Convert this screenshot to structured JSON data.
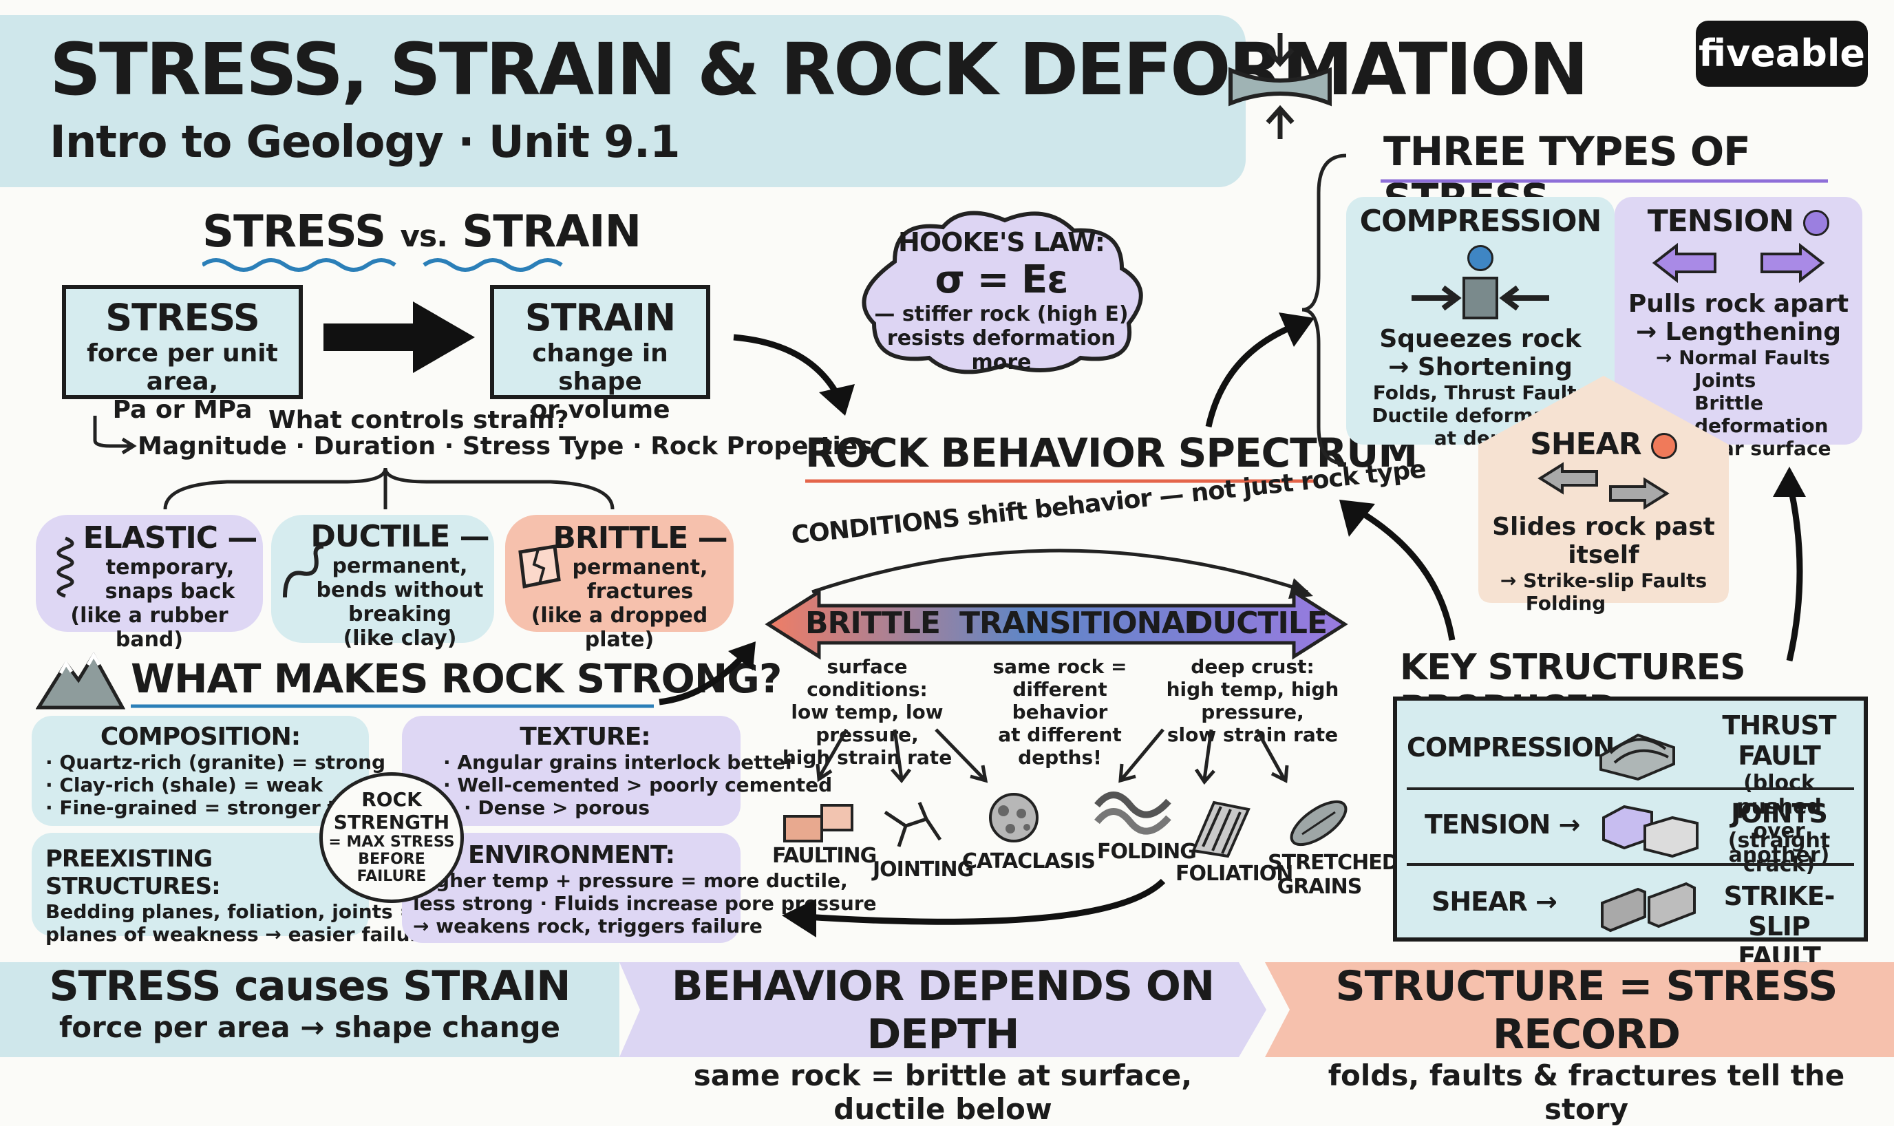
{
  "header": {
    "title": "STRESS, STRAIN & ROCK DEFORMATION",
    "subtitle": "Intro to Geology · Unit 9.1",
    "logo": "fiveable"
  },
  "stress_vs_strain": {
    "heading_stress": "STRESS",
    "heading_vs": "vs.",
    "heading_strain": "STRAIN",
    "stress_box": {
      "title": "STRESS",
      "line1": "force per unit area,",
      "line2": "Pa or MPa"
    },
    "strain_box": {
      "title": "STRAIN",
      "line1": "change in shape",
      "line2": "or volume"
    },
    "controls_question": "What controls strain?",
    "controls_list": "Magnitude · Duration · Stress Type · Rock Properties"
  },
  "behaviors": [
    {
      "title": "ELASTIC —",
      "lines": [
        "temporary,",
        "snaps back",
        "(like a rubber band)"
      ],
      "icon": "spring-icon"
    },
    {
      "title": "DUCTILE —",
      "lines": [
        "permanent,",
        "bends without",
        "breaking",
        "(like clay)"
      ],
      "icon": "squiggle-icon"
    },
    {
      "title": "BRITTLE —",
      "lines": [
        "permanent,",
        "fractures",
        "(like a dropped plate)"
      ],
      "icon": "broken-plate-icon"
    }
  ],
  "hookes_law": {
    "title": "HOOKE'S LAW:",
    "equation": "σ = Eε",
    "note1": "— stiffer rock (high E)",
    "note2": "resists deformation more"
  },
  "spectrum": {
    "title": "ROCK BEHAVIOR SPECTRUM",
    "arc_note": "CONDITIONS shift behavior — not just rock type",
    "labels": [
      "BRITTLE",
      "TRANSITIONAL",
      "DUCTILE"
    ],
    "brittle_conditions": [
      "surface conditions:",
      "low temp, low pressure,",
      "high strain rate"
    ],
    "transitional_conditions": [
      "same rock =",
      "different behavior",
      "at different depths!"
    ],
    "ductile_conditions": [
      "deep crust:",
      "high temp, high pressure,",
      "slow strain rate"
    ],
    "examples": [
      "FAULTING",
      "JOINTING",
      "CATACLASIS",
      "FOLDING",
      "FOLIATION",
      "STRETCHED",
      "GRAINS"
    ]
  },
  "strength": {
    "heading": "WHAT MAKES ROCK STRONG?",
    "composition": {
      "title": "COMPOSITION:",
      "lines": [
        "· Quartz-rich (granite) = strong",
        "· Clay-rich (shale) = weak",
        "· Fine-grained = stronger than coarse"
      ]
    },
    "texture": {
      "title": "TEXTURE:",
      "lines": [
        "· Angular grains interlock better",
        "· Well-cemented > poorly cemented",
        "· Dense > porous"
      ]
    },
    "preexisting": {
      "title": "PREEXISTING STRUCTURES:",
      "lines": [
        "Bedding planes, foliation, joints =",
        "planes of weakness → easier failure"
      ]
    },
    "environment": {
      "title": "ENVIRONMENT:",
      "lines": [
        "Higher temp + pressure = more ductile,",
        "less strong · Fluids increase pore pressure",
        "→ weakens rock, triggers failure"
      ]
    },
    "center": [
      "ROCK",
      "STRENGTH",
      "= MAX STRESS",
      "BEFORE FAILURE"
    ]
  },
  "stress_types": {
    "heading": "THREE TYPES OF STRESS",
    "compression": {
      "title": "COMPRESSION",
      "color": "#3f86c4",
      "line1": "Squeezes rock",
      "line2": "→ Shortening",
      "details": [
        "Folds, Thrust Faults",
        "Ductile deformation",
        "at depth"
      ]
    },
    "tension": {
      "title": "TENSION",
      "color": "#9b7fe0",
      "line1": "Pulls rock apart",
      "line2": "→ Lengthening",
      "details": [
        "→ Normal Faults",
        "Joints",
        "Brittle deformation",
        "near surface"
      ]
    },
    "shear": {
      "title": "SHEAR",
      "color": "#f07a5a",
      "line1": "Slides rock past itself",
      "details": [
        "→ Strike-slip Faults",
        "Folding"
      ]
    }
  },
  "key_structures": {
    "heading": "KEY STRUCTURES PRODUCED",
    "rows": [
      {
        "stress": "COMPRESSION →",
        "structure": "THRUST FAULT",
        "note": "(block pushed",
        "note2": "over another)"
      },
      {
        "stress": "TENSION →",
        "structure": "JOINTS",
        "note": "(straight crack)",
        "note2": ""
      },
      {
        "stress": "SHEAR →",
        "structure": "STRIKE-SLIP",
        "note": "FAULT",
        "note2": ""
      }
    ]
  },
  "footer": [
    {
      "title": "STRESS causes STRAIN",
      "sub": "force per area → shape change"
    },
    {
      "title": "BEHAVIOR DEPENDS ON DEPTH",
      "sub": "same rock = brittle at surface, ductile below"
    },
    {
      "title": "STRUCTURE = STRESS RECORD",
      "sub": "folds, faults & fractures tell the story"
    }
  ]
}
